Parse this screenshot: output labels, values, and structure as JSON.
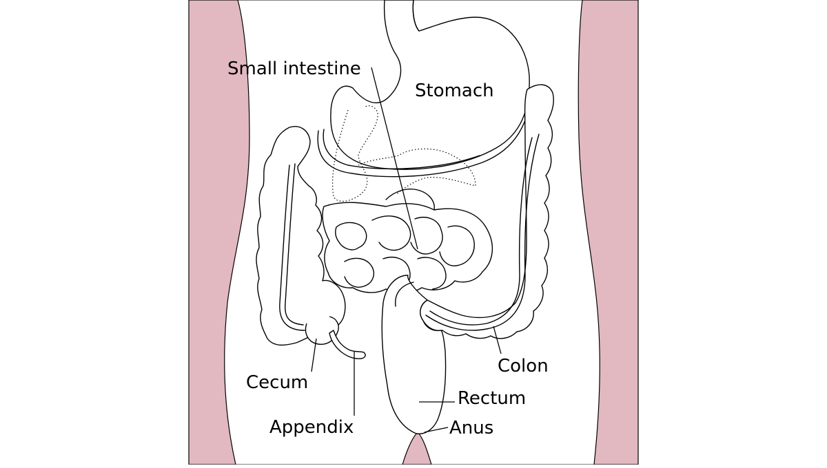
{
  "colors": {
    "skin": "#e2b8c1",
    "organ_fill": "#ffffff",
    "outline": "#000000"
  },
  "labels": {
    "small_intestine": "Small intestine",
    "stomach": "Stomach",
    "colon": "Colon",
    "cecum": "Cecum",
    "rectum": "Rectum",
    "appendix": "Appendix",
    "anus": "Anus"
  }
}
